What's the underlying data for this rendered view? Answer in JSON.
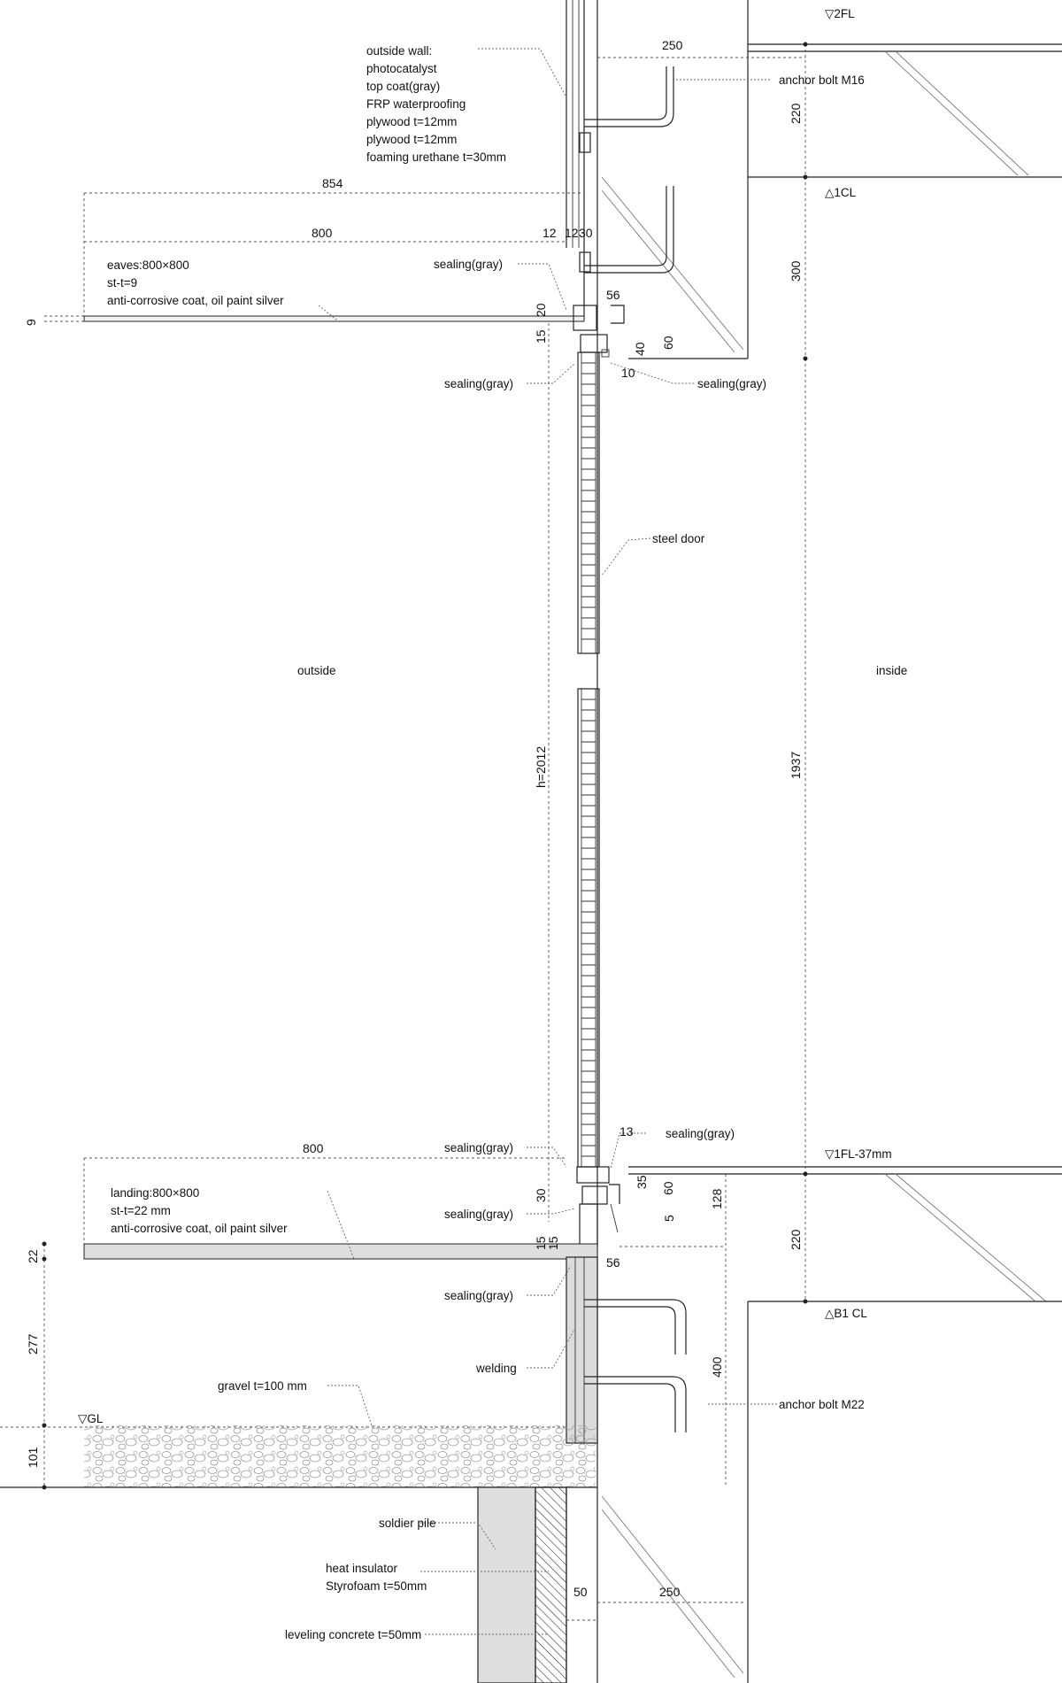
{
  "levels": {
    "fl2": "▽2FL",
    "cl1": "△1CL",
    "fl1": "▽1FL-37mm",
    "b1cl": "△B1 CL",
    "gl": "▽GL"
  },
  "areas": {
    "outside": "outside",
    "inside": "inside"
  },
  "wall_spec": [
    "outside wall:",
    "photocatalyst",
    "top coat(gray)",
    "FRP waterproofing",
    "plywood t=12mm",
    "plywood t=12mm",
    "foaming urethane t=30mm"
  ],
  "eaves_spec": [
    "eaves:800×800",
    "st-t=9",
    "anti-corrosive coat, oil paint silver"
  ],
  "landing_spec": [
    "landing:800×800",
    "st-t=22 mm",
    "anti-corrosive coat, oil paint silver"
  ],
  "labels": {
    "anchor_bolt_top": "anchor bolt M16",
    "anchor_bolt_bottom": "anchor bolt M22",
    "steel_door": "steel door",
    "sealing": "sealing(gray)",
    "welding": "welding",
    "gravel": "gravel t=100 mm",
    "soldier_pile": "soldier pile",
    "heat_insulator_1": "heat insulator",
    "heat_insulator_2": "Styrofoam t=50mm",
    "leveling": "leveling concrete t=50mm"
  },
  "dimensions": {
    "d250_top": "250",
    "d220_top": "220",
    "d854": "854",
    "d800_top": "800",
    "d12": "12",
    "d12b": "12",
    "d30": "30",
    "d9": "9",
    "d20": "20",
    "d15_top": "15",
    "d56_top": "56",
    "d40": "40",
    "d60_top": "60",
    "d10": "10",
    "d300": "300",
    "d_h2012": "h=2012",
    "d1937": "1937",
    "d13": "13",
    "d800_bottom": "800",
    "d30_bottom": "30",
    "d35": "35",
    "d60_bottom": "60",
    "d5": "5",
    "d128": "128",
    "d220_bottom": "220",
    "d22": "22",
    "d15a": "15",
    "d15b": "15",
    "d56_bottom": "56",
    "d277": "277",
    "d400": "400",
    "d101": "101",
    "d50": "50",
    "d250_bottom": "250"
  }
}
